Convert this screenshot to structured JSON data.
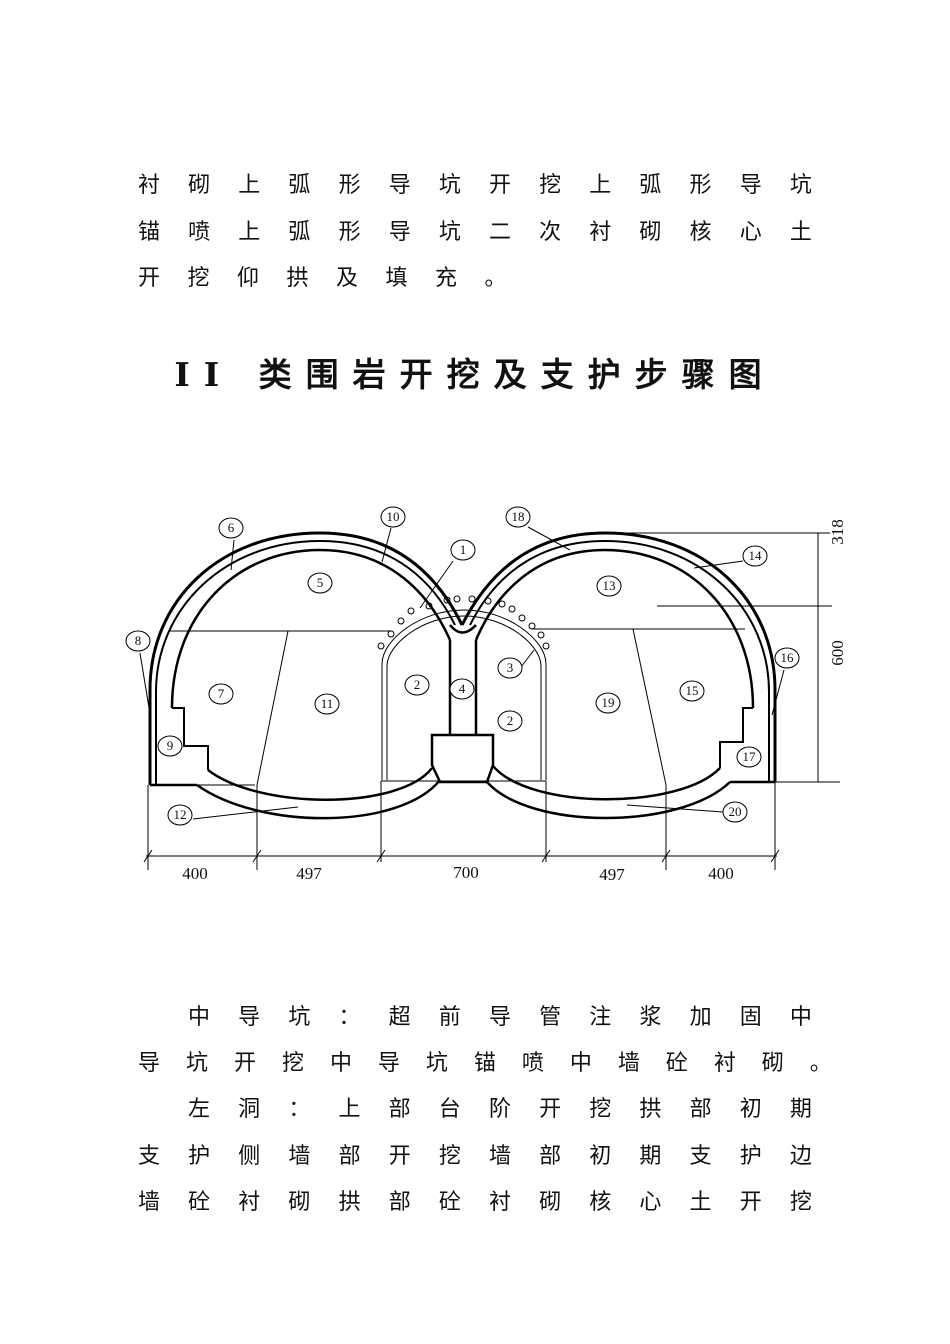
{
  "top_paragraph": {
    "lines": [
      "衬砌上弧形导坑开挖上弧形导坑",
      "锚喷上弧形导坑二次衬砌核心土",
      "开挖仰拱及填充。"
    ]
  },
  "title": "II 类围岩开挖及支护步骤图",
  "diagram": {
    "labels": [
      "1",
      "2",
      "2",
      "3",
      "4",
      "5",
      "6",
      "7",
      "8",
      "9",
      "10",
      "11",
      "12",
      "13",
      "14",
      "15",
      "16",
      "17",
      "18",
      "19",
      "20"
    ],
    "dimensions": {
      "bottom": [
        "400",
        "497",
        "700",
        "497",
        "400"
      ],
      "right": [
        "318",
        "600"
      ]
    }
  },
  "bottom_paragraph": {
    "lines": [
      "中导坑：超前导管注浆加固中",
      "导坑开挖中导坑锚喷中墙砼衬砌。",
      "左洞：上部台阶开挖拱部初期",
      "支护侧墙部开挖墙部初期支护边",
      "墙砼衬砌拱部砼衬砌核心土开挖"
    ]
  }
}
